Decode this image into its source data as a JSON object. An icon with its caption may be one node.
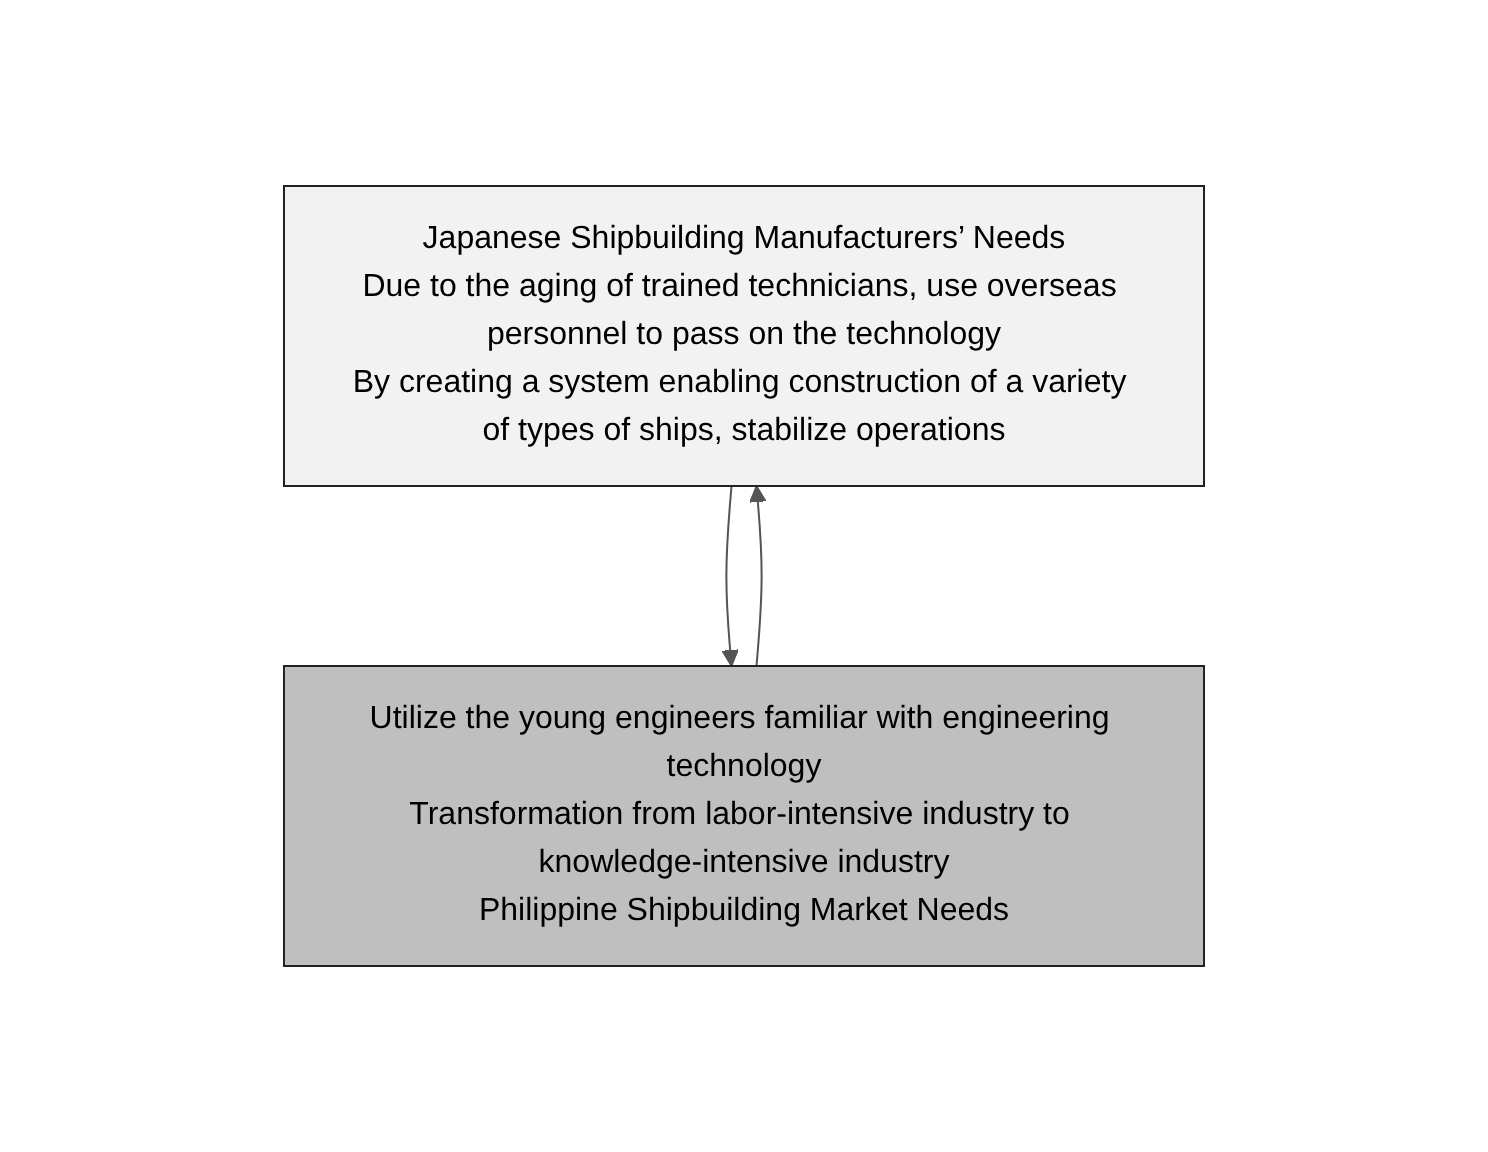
{
  "diagram": {
    "nodes": [
      {
        "text": [
          "Japanese Shipbuilding Manufacturers’ Needs",
          "Due to the aging of trained technicians, use overseas personnel to pass on the technology",
          "By creating a system enabling construction of a variety of types of ships, stabilize operations"
        ]
      },
      {
        "text": [
          "Utilize the young engineers familiar with engineering technology",
          "Transformation from labor-intensive industry to knowledge-intensive industry",
          "Philippine Shipbuilding Market Needs"
        ]
      }
    ],
    "edges": [
      {
        "from": 0,
        "to": 1,
        "arrow": "to"
      },
      {
        "from": 1,
        "to": 0,
        "arrow": "to"
      }
    ]
  }
}
